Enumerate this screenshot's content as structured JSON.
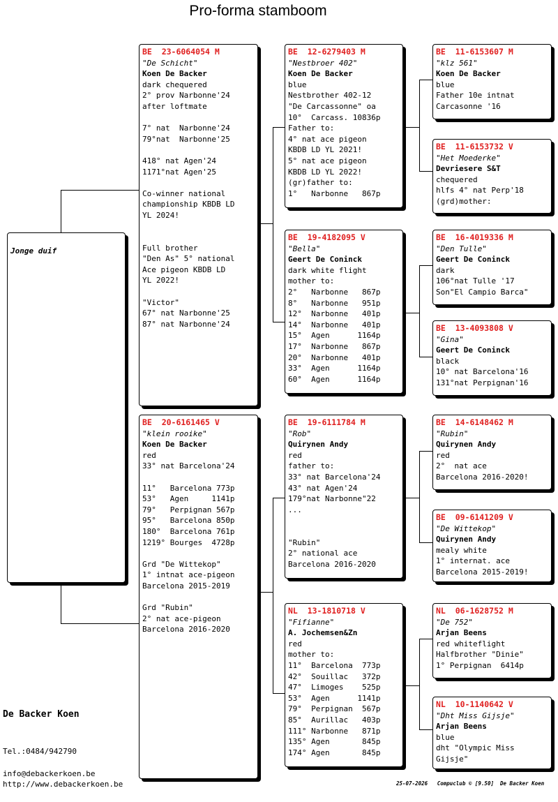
{
  "title": "Pro-forma stamboom",
  "subject": {
    "label": "Jonge duif"
  },
  "boxes": {
    "p1": {
      "lines": [
        "BE  23-6064054 M",
        "\"De Schicht\"",
        "Koen De Backer",
        "dark chequered",
        "2° prov Narbonne'24",
        "after loftmate",
        "",
        "7° nat  Narbonne'24",
        "79°nat  Narbonne'25",
        "",
        "418° nat Agen'24",
        "1171°nat Agen'25",
        "",
        "Co-winner national",
        "championship KBDB LD",
        "YL 2024!",
        "",
        "",
        "Full brother",
        "\"Den As\" 5° national",
        "Ace pigeon KBDB LD",
        "YL 2022!",
        "",
        "\"Victor\"",
        "67° nat Narbonne'25",
        "87° nat Narbonne'24"
      ]
    },
    "p2": {
      "lines": [
        "BE  20-6161465 V",
        "\"klein rooike\"",
        "Koen De Backer",
        "red",
        "33° nat Barcelona'24",
        "",
        "11°   Barcelona 773p",
        "53°   Agen     1141p",
        "79°   Perpignan 567p",
        "95°   Barcelona 850p",
        "180°  Barcelona 761p",
        "1219° Bourges  4728p",
        "",
        "Grd \"De Wittekop\"",
        "1° intnat ace-pigeon",
        "Barcelona 2015-2019",
        "",
        "Grd \"Rubin\"",
        "2° nat ace-pigeon",
        "Barcelona 2016-2020"
      ]
    },
    "g1": {
      "lines": [
        "BE  12-6279403 M",
        "\"Nestbroer 402\"",
        "Koen De Backer",
        "blue",
        "Nestbrother 402-12",
        "\"De Carcassonne\" oa",
        "10°  Carcass. 10836p",
        "Father to:",
        "4° nat ace pigeon",
        "KBDB LD YL 2021!",
        "5° nat ace pigeon",
        "KBDB LD YL 2022!",
        "(gr)father to:",
        "1°   Narbonne   867p"
      ]
    },
    "g2": {
      "lines": [
        "BE  19-4182095 V",
        "\"Bella\"",
        "Geert De Coninck",
        "dark white flight",
        "mother to:",
        "2°   Narbonne   867p",
        "8°   Narbonne   951p",
        "12°  Narbonne   401p",
        "14°  Narbonne   401p",
        "15°  Agen      1164p",
        "17°  Narbonne   867p",
        "20°  Narbonne   401p",
        "33°  Agen      1164p",
        "60°  Agen      1164p"
      ]
    },
    "g3": {
      "lines": [
        "BE  19-6111784 M",
        "\"Rob\"",
        "Quirynen Andy",
        "red",
        "father to:",
        "33° nat Barcelona'24",
        "43° nat Agen'24",
        "179°nat Narbonne\"22",
        "...",
        "",
        "",
        "\"Rubin\"",
        "2° national ace",
        "Barcelona 2016-2020"
      ]
    },
    "g4": {
      "lines": [
        "NL  13-1810718 V",
        "\"Fifianne\"",
        "A. Jochemsen&Zn",
        "red",
        "mother to:",
        "11°  Barcelona  773p",
        "42°  Souillac   372p",
        "47°  Limoges    525p",
        "53°  Agen      1141p",
        "79°  Perpignan  567p",
        "85°  Aurillac   403p",
        "111° Narbonne   871p",
        "135° Agen       845p",
        "174° Agen       845p"
      ]
    },
    "gg1": {
      "lines": [
        "BE  11-6153607 M",
        "\"klz 561\"",
        "Koen De Backer",
        "blue",
        "Father 10e intnat",
        "Carcasonne '16"
      ]
    },
    "gg2": {
      "lines": [
        "BE  11-6153732 V",
        "\"Het Moederke\"",
        "Devriesere S&T",
        "chequered",
        "hlfs 4° nat Perp'18",
        "(grd)mother:"
      ]
    },
    "gg3": {
      "lines": [
        "BE  16-4019336 M",
        "\"Den Tulle\"",
        "Geert De Coninck",
        "dark",
        "106°nat Tulle '17",
        "Son\"El Campio Barca\""
      ]
    },
    "gg4": {
      "lines": [
        "BE  13-4093808 V",
        "\"Gina\"",
        "Geert De Coninck",
        "black",
        "10° nat Barcelona'16",
        "131°nat Perpignan'16"
      ]
    },
    "gg5": {
      "lines": [
        "BE  14-6148462 M",
        "\"Rubin\"",
        "Quirynen Andy",
        "red",
        "2°  nat ace",
        "Barcelona 2016-2020!"
      ]
    },
    "gg6": {
      "lines": [
        "BE  09-6141209 V",
        "\"De Wittekop\"",
        "Quirynen Andy",
        "mealy white",
        "1° internat. ace",
        "Barcelona 2015-2019!"
      ]
    },
    "gg7": {
      "lines": [
        "NL  06-1628752 M",
        "\"De 752\"",
        "Arjan Beens",
        "red whiteflight",
        "Halfbrother \"Dinie\"",
        "1° Perpignan  6414p"
      ]
    },
    "gg8": {
      "lines": [
        "NL  10-1140642 V",
        "\"Dht Miss Gijsje\"",
        "Arjan Beens",
        "blue",
        "dht \"Olympic Miss",
        "Gijsje\""
      ]
    }
  },
  "footer": {
    "name": "De Backer Koen",
    "tel": "Tel.:0484/942790",
    "email": "info@debackerkoen.be",
    "website": "http://www.debackerkoen.be",
    "credit": "25-07-2026   Compuclub © [9.50]  De Backer Koen"
  },
  "colors": {
    "ring": "#e02020",
    "border": "#000000"
  }
}
